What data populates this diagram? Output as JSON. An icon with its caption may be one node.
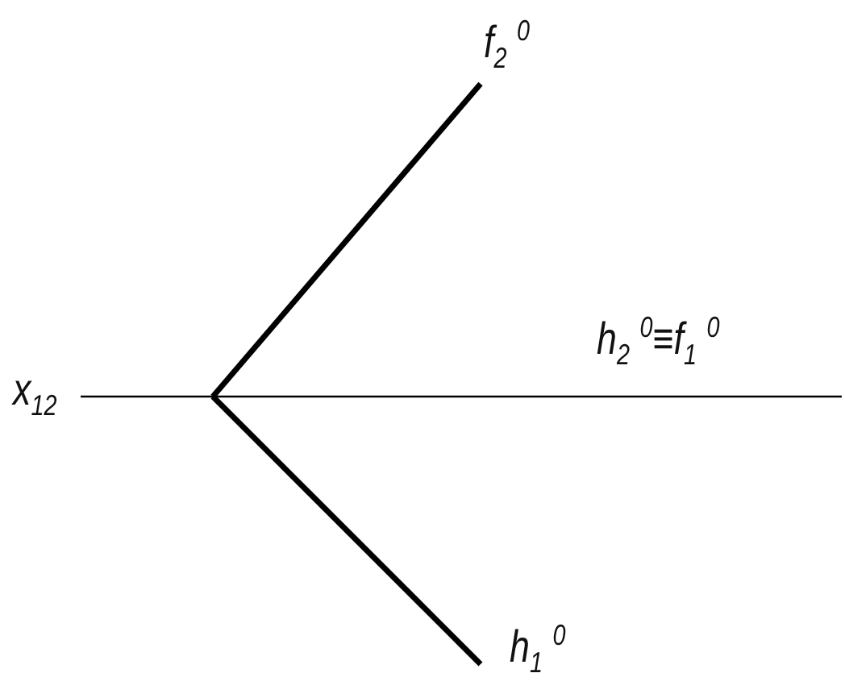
{
  "diagram": {
    "labels": [
      "x$_{12}$",
      "f$_{2}$ $^{0}$",
      "h$_{2}$ $^{0}$≡f$_{1}$ $^{0}$",
      "h$_{1}$ $^{0}$"
    ]
  }
}
